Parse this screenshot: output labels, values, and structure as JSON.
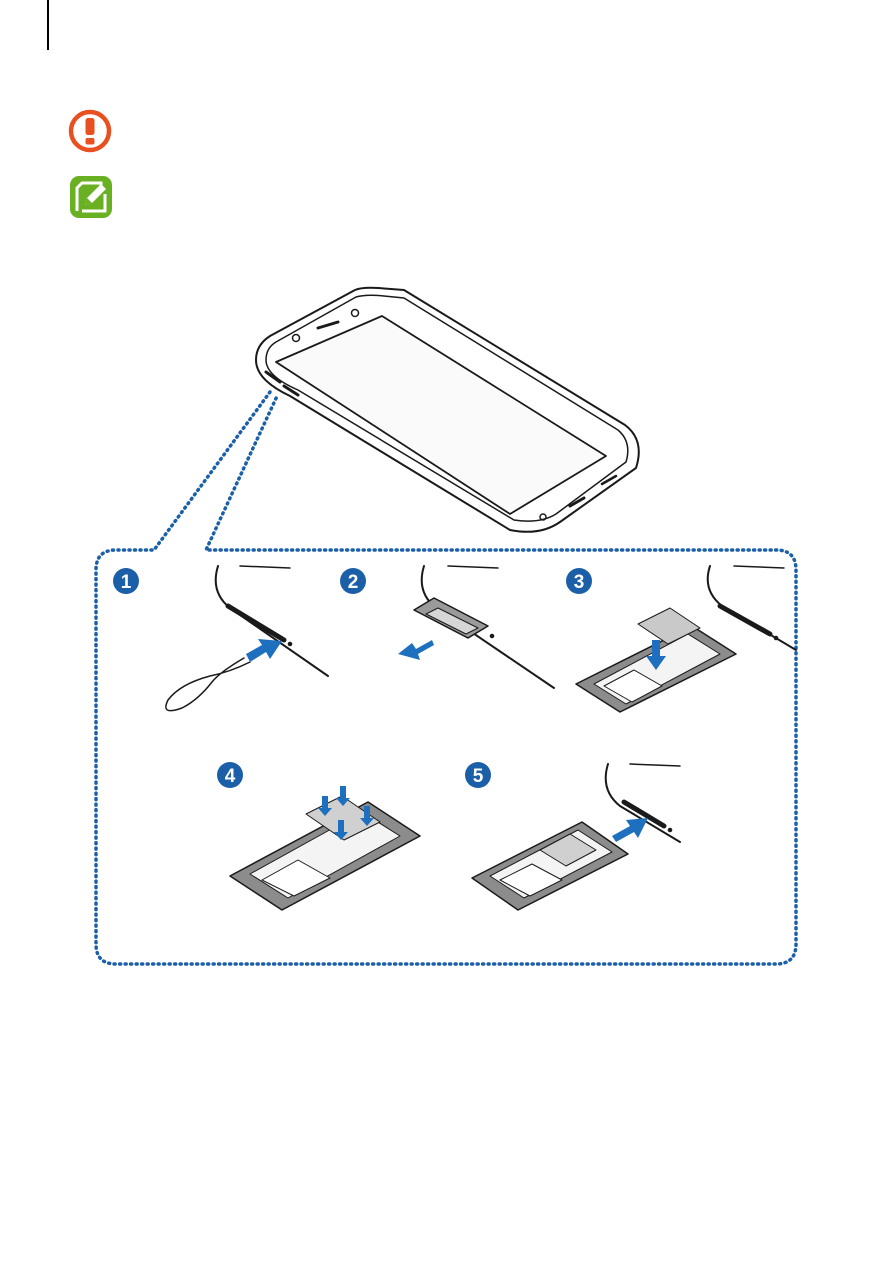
{
  "icons": {
    "caution": {
      "name": "caution-icon",
      "color": "#e8501f"
    },
    "note": {
      "name": "note-pencil-icon",
      "color": "#6ab023"
    }
  },
  "steps": [
    {
      "label": "1"
    },
    {
      "label": "2"
    },
    {
      "label": "3"
    },
    {
      "label": "4"
    },
    {
      "label": "5"
    }
  ],
  "colors": {
    "step_badge": "#1b5fa8",
    "arrow": "#1f6fbf",
    "callout": "#1b5fa8",
    "outline": "#1a1a1a"
  }
}
